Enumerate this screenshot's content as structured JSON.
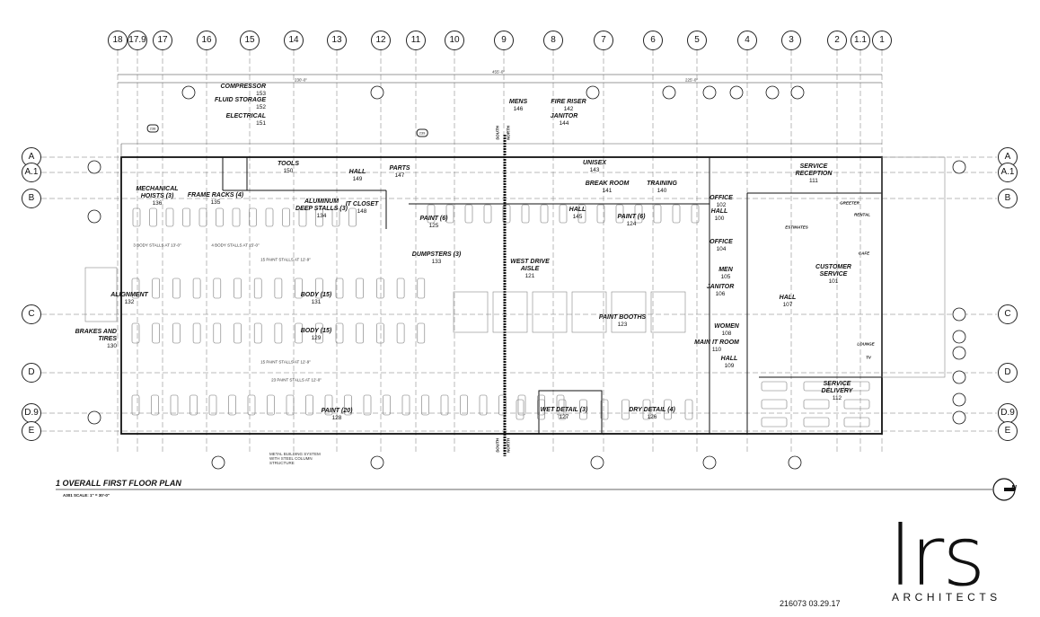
{
  "drawing": {
    "title": "1  OVERALL FIRST FLOOR PLAN",
    "scale": "A301     SCALE:  1\" = 30'-0\"",
    "north_label": "N",
    "project_code": "216073  03.29.17",
    "logo_text": "lrs",
    "firm_name": "ARCHITECTS"
  },
  "grid_columns": [
    "18",
    "17.9",
    "17",
    "16",
    "15",
    "14",
    "13",
    "12",
    "11",
    "10",
    "9",
    "8",
    "7",
    "6",
    "5",
    "4",
    "3",
    "2",
    "1.1",
    "1"
  ],
  "grid_rows": [
    "A",
    "A.1",
    "B",
    "C",
    "D",
    "D.9",
    "E"
  ],
  "dimensions": {
    "overall": "455'-0\"",
    "left": "230'-0\"",
    "right": "225'-0\""
  },
  "rooms": [
    {
      "name": "COMPRESSOR",
      "number": "153"
    },
    {
      "name": "FLUID STORAGE",
      "number": "152"
    },
    {
      "name": "ELECTRICAL",
      "number": "151"
    },
    {
      "name": "TOOLS",
      "number": "150"
    },
    {
      "name": "HALL",
      "number": "149"
    },
    {
      "name": "PARTS",
      "number": "147"
    },
    {
      "name": "MECHANICAL HOISTS (3)",
      "number": "136"
    },
    {
      "name": "FRAME RACKS (4)",
      "number": "135"
    },
    {
      "name": "ALUMINUM DEEP STALLS (3)",
      "number": "134"
    },
    {
      "name": "IT CLOSET",
      "number": "148"
    },
    {
      "name": "PAINT (6)",
      "number": "125"
    },
    {
      "name": "MENS",
      "number": "146"
    },
    {
      "name": "FIRE RISER",
      "number": "142"
    },
    {
      "name": "JANITOR",
      "number": "144"
    },
    {
      "name": "UNISEX",
      "number": "143"
    },
    {
      "name": "BREAK ROOM",
      "number": "141"
    },
    {
      "name": "TRAINING",
      "number": "140"
    },
    {
      "name": "HALL",
      "number": "145"
    },
    {
      "name": "PAINT (6)",
      "number": "124"
    },
    {
      "name": "OFFICE",
      "number": "102"
    },
    {
      "name": "HALL",
      "number": "100"
    },
    {
      "name": "OFFICE",
      "number": "104"
    },
    {
      "name": "MEN",
      "number": "105"
    },
    {
      "name": "JANITOR",
      "number": "106"
    },
    {
      "name": "HALL",
      "number": "107"
    },
    {
      "name": "WOMEN",
      "number": "108"
    },
    {
      "name": "MAIN IT ROOM",
      "number": "110"
    },
    {
      "name": "HALL",
      "number": "109"
    },
    {
      "name": "SERVICE RECEPTION",
      "number": "111"
    },
    {
      "name": "CUSTOMER SERVICE",
      "number": "101"
    },
    {
      "name": "SERVICE DELIVERY",
      "number": "112"
    },
    {
      "name": "WEST DRIVE AISLE",
      "number": "121"
    },
    {
      "name": "PAINT BOOTHS",
      "number": "123"
    },
    {
      "name": "WET DETAIL (3)",
      "number": "127"
    },
    {
      "name": "DRY DETAIL (4)",
      "number": "126"
    },
    {
      "name": "PAINT (20)",
      "number": "128"
    },
    {
      "name": "BODY (15)",
      "number": "131"
    },
    {
      "name": "BODY (15)",
      "number": "129"
    },
    {
      "name": "ALIGNMENT",
      "number": "132"
    },
    {
      "name": "BRAKES AND TIRES",
      "number": "130"
    },
    {
      "name": "DUMPSTERS (3)",
      "number": "133"
    }
  ],
  "small_labels": [
    "GREETER",
    "RENTAL",
    "ESTIMATES",
    "CAFE",
    "LOUNGE",
    "TV",
    "SOUTH",
    "NORTH"
  ],
  "notes": [
    "3 BODY STALLS AT 13'-0\"",
    "4 BODY STALLS AT 15'-0\"",
    "15 PAINT STALLS AT 12'-9\"",
    "15 PAINT STALLS AT 12'-9\"",
    "23 PAINT STALLS AT 12'-0\"",
    "METAL BUILDING SYSTEM WITH STEEL COLUMN STRUCTURE"
  ],
  "callouts": [
    "238",
    "239"
  ]
}
